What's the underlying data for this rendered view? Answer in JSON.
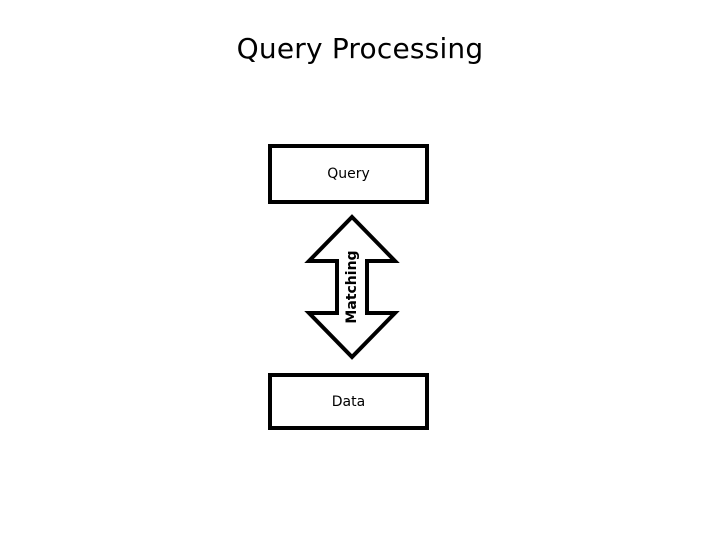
{
  "slide": {
    "title": "Query Processing",
    "background_color": "#ffffff",
    "line_color": "#000000"
  },
  "diagram": {
    "type": "flow-diagram",
    "orientation": "vertical",
    "nodes": [
      {
        "id": "query",
        "label": "Query",
        "shape": "rectangle"
      },
      {
        "id": "data",
        "label": "Data",
        "shape": "rectangle"
      }
    ],
    "connectors": [
      {
        "id": "matching",
        "label": "Matching",
        "shape": "double-headed-arrow",
        "direction": "bidirectional-vertical",
        "from": "query",
        "to": "data"
      }
    ]
  }
}
